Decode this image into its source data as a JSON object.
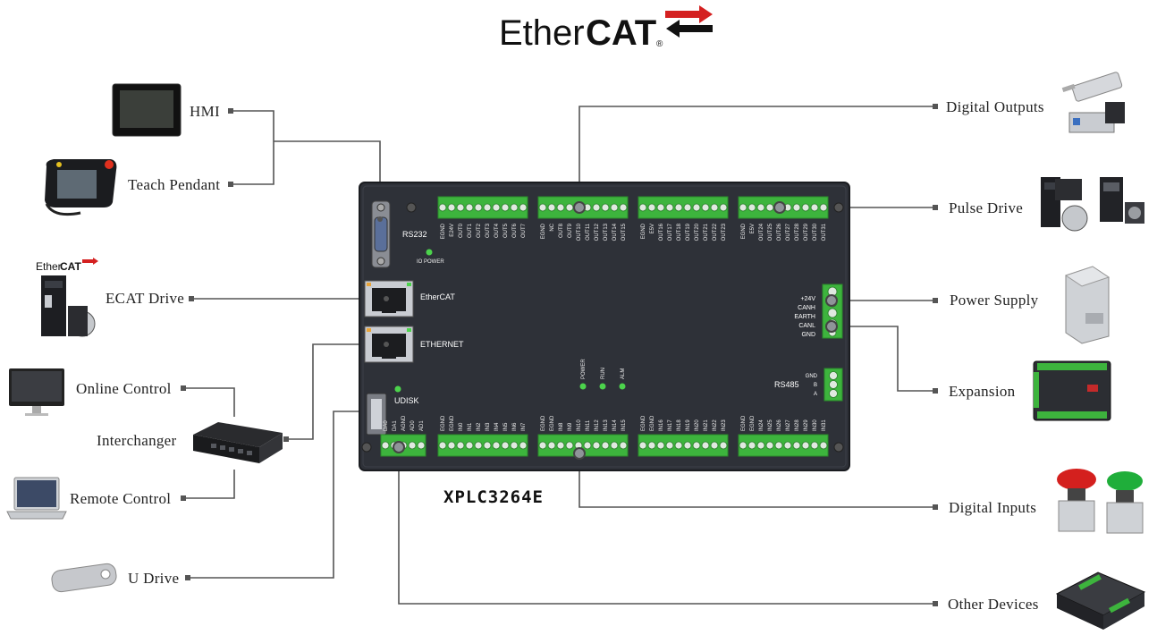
{
  "logo": {
    "ether": "Ether",
    "cat": "CAT",
    "reg": "®"
  },
  "ecat_logo": {
    "ether": "Ether",
    "cat": "CAT"
  },
  "controller": {
    "model": "XPLC3264E",
    "port_rs232": "RS232",
    "port_ethercat": "EtherCAT",
    "port_ethernet": "ETHERNET",
    "port_udisk": "UDISK",
    "port_rs485": "RS485",
    "io_power": "IO POWER",
    "leds": [
      "POWER",
      "RUN",
      "ALM"
    ],
    "power_pins": [
      "+24V",
      "CANH",
      "EARTH",
      "CANL",
      "GND"
    ],
    "rs485_pins": [
      "GND",
      "B",
      "A"
    ],
    "top_block1": [
      "EGND",
      "E24V",
      "OUT0",
      "OUT1",
      "OUT2",
      "OUT3",
      "OUT4",
      "OUT5",
      "OUT6",
      "OUT7"
    ],
    "top_block2": [
      "EGND",
      "NC",
      "OUT8",
      "OUT9",
      "OUT10",
      "OUT11",
      "OUT12",
      "OUT13",
      "OUT14",
      "OUT15"
    ],
    "top_block3": [
      "EGND",
      "E5V",
      "OUT16",
      "OUT17",
      "OUT18",
      "OUT19",
      "OUT20",
      "OUT21",
      "OUT22",
      "OUT23"
    ],
    "top_block4": [
      "EGND",
      "E5V",
      "OUT24",
      "OUT25",
      "OUT26",
      "OUT27",
      "OUT28",
      "OUT29",
      "OUT30",
      "OUT31"
    ],
    "bot_block0": [
      "DA0",
      "DA1",
      "AGND",
      "AD0",
      "AD1"
    ],
    "bot_block1": [
      "EGND",
      "EGND",
      "IN0",
      "IN1",
      "IN2",
      "IN3",
      "IN4",
      "IN5",
      "IN6",
      "IN7"
    ],
    "bot_block2": [
      "EGND",
      "EGND",
      "IN8",
      "IN9",
      "IN10",
      "IN11",
      "IN12",
      "IN13",
      "IN14",
      "IN15"
    ],
    "bot_block3": [
      "EGND",
      "EGND",
      "IN16",
      "IN17",
      "IN18",
      "IN19",
      "IN20",
      "IN21",
      "IN22",
      "IN23"
    ],
    "bot_block4": [
      "EGND",
      "EGND",
      "IN24",
      "IN25",
      "IN26",
      "IN27",
      "IN28",
      "IN29",
      "IN30",
      "IN31"
    ]
  },
  "labels": {
    "hmi": "HMI",
    "teach_pendant": "Teach Pendant",
    "ecat_drive": "ECAT Drive",
    "online_control": "Online  Control",
    "interchanger": "Interchanger",
    "remote_control": "Remote  Control",
    "u_drive": "U Drive",
    "digital_outputs": "Digital  Outputs",
    "pulse_drive": "Pulse Drive",
    "power_supply": "Power  Supply",
    "expansion": "Expansion",
    "digital_inputs": "Digital  Inputs",
    "other_devices": "Other  Devices"
  },
  "colors": {
    "terminal_green": "#3db43d",
    "panel": "#2e3138",
    "button_red": "#d4201e",
    "button_green": "#1fae3a",
    "wire": "#555555"
  }
}
